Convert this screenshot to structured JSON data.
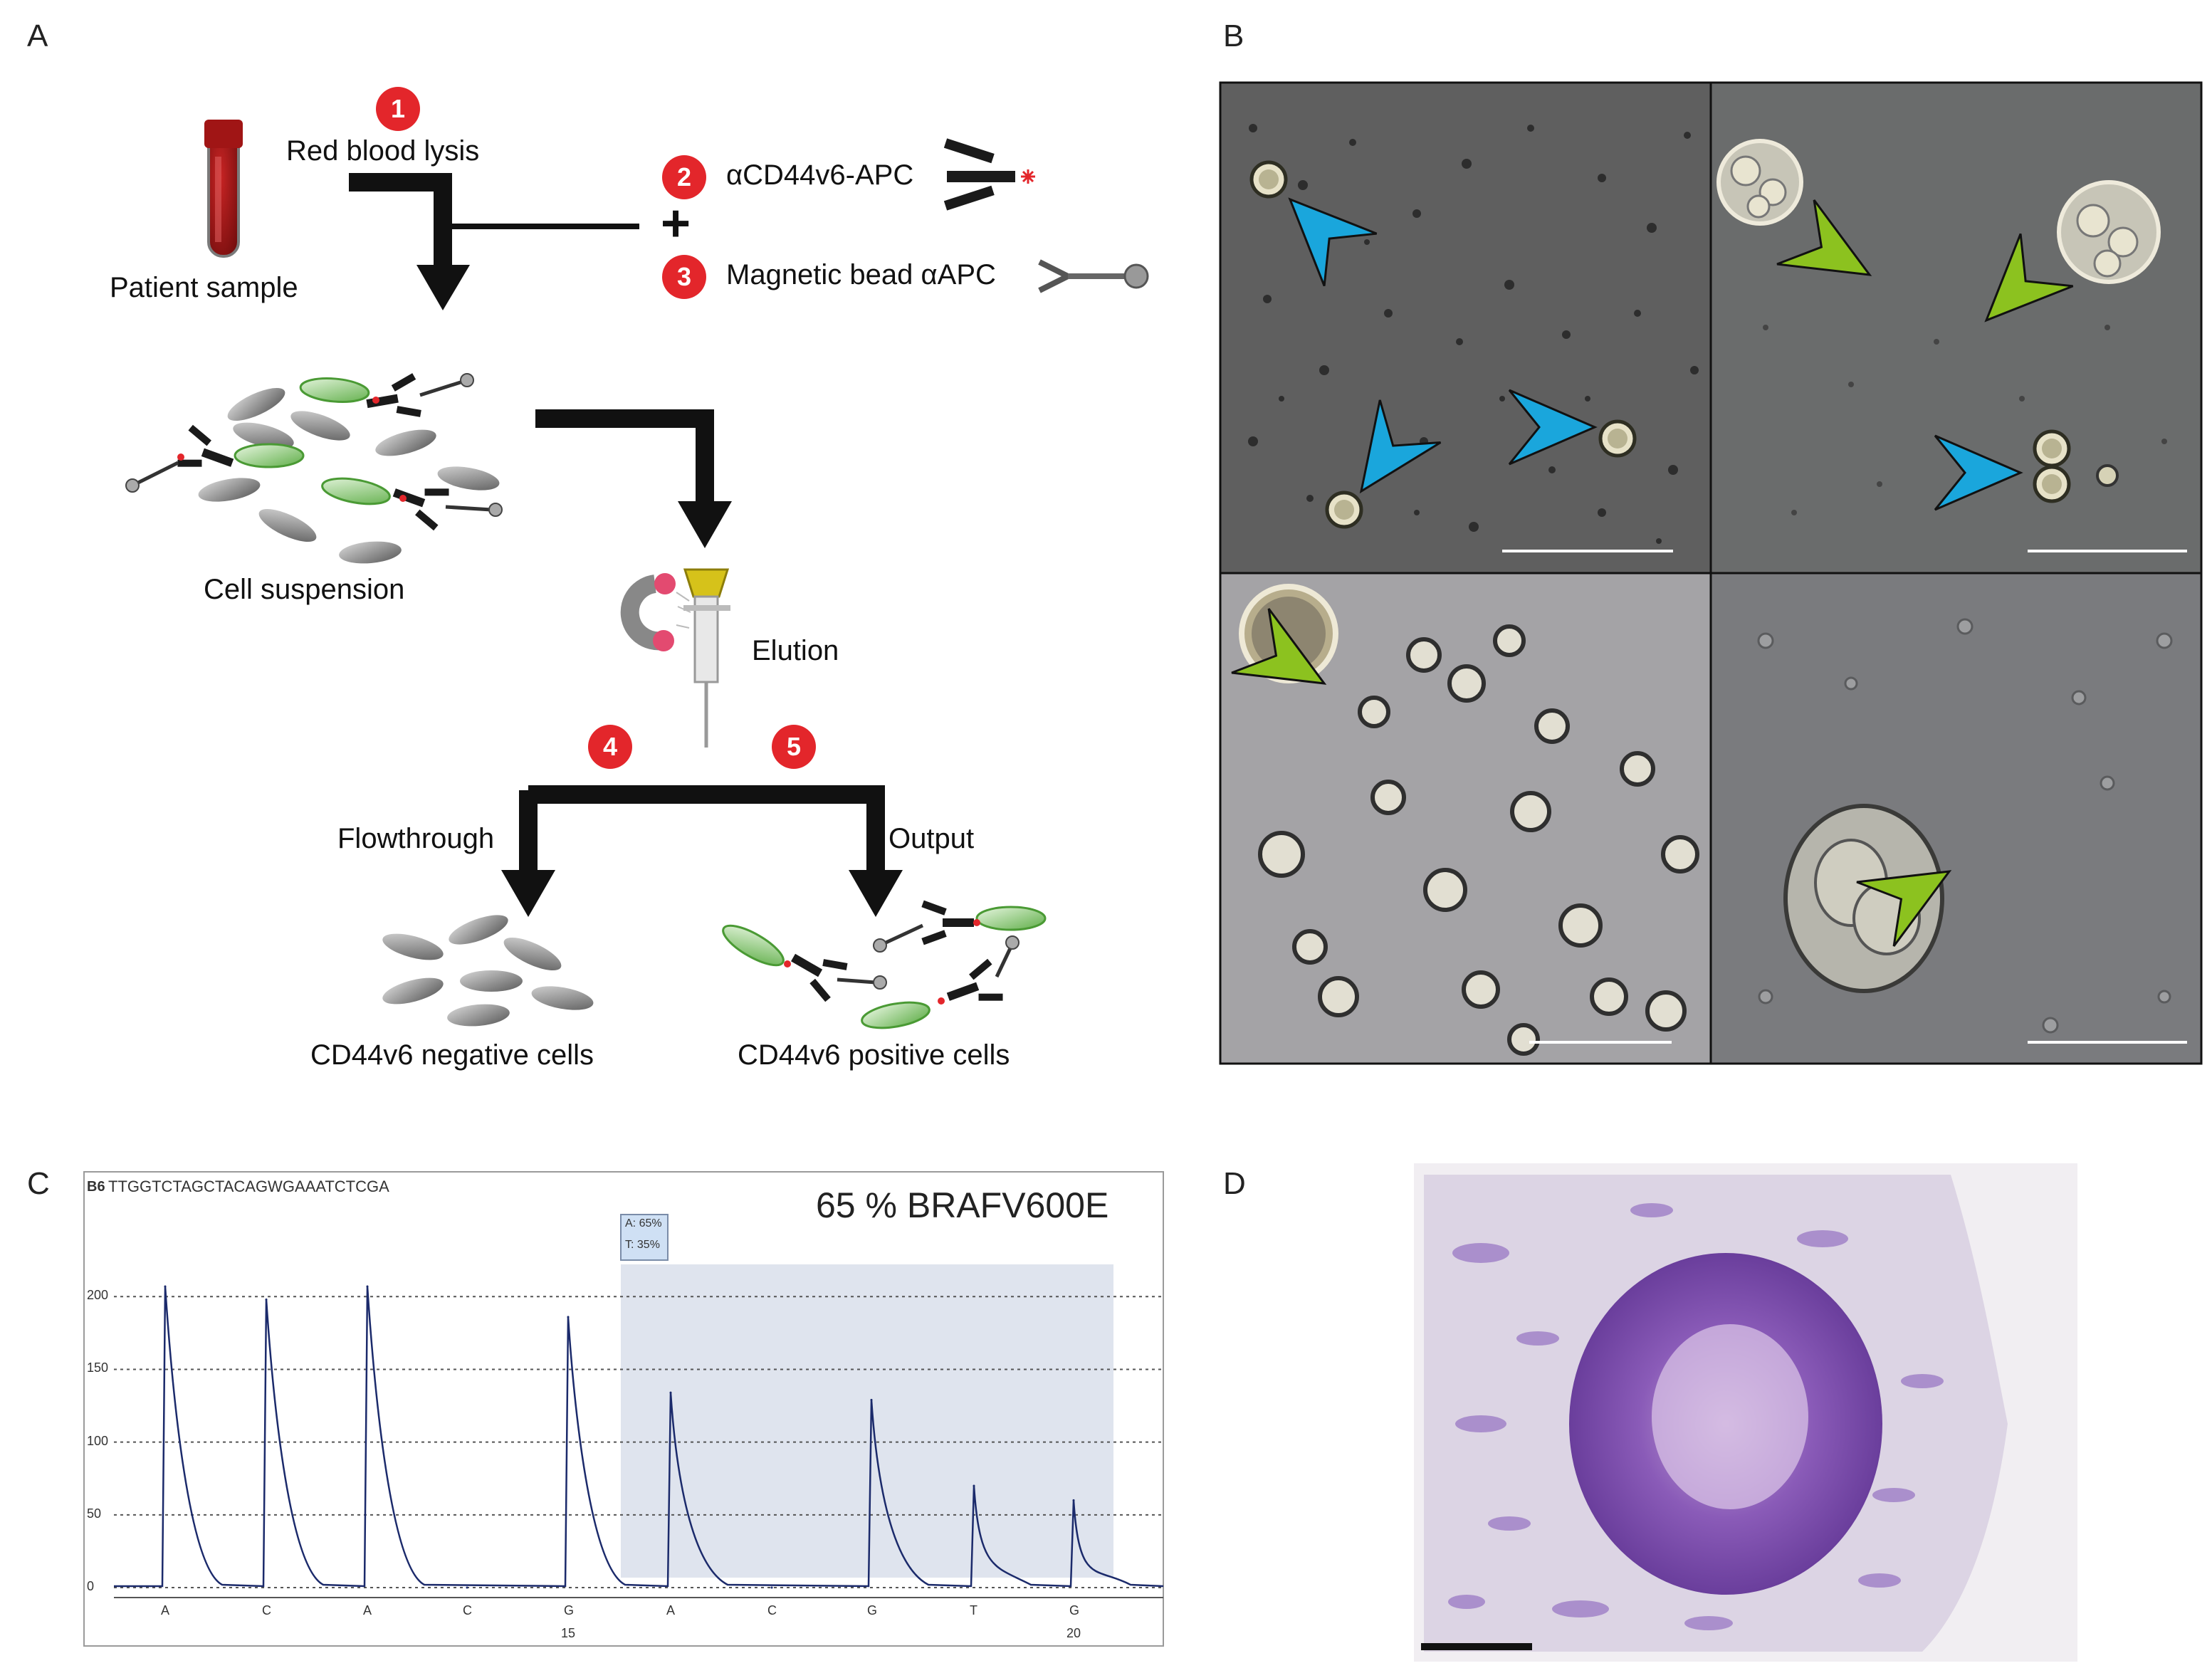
{
  "panels": {
    "a": "A",
    "b": "B",
    "c": "C",
    "d": "D"
  },
  "workflow": {
    "patient_sample": "Patient sample",
    "step1_label": "Red blood lysis",
    "step2_label": "αCD44v6-APC",
    "step3_label": "Magnetic bead αAPC",
    "cell_suspension": "Cell suspension",
    "elution": "Elution",
    "flowthrough": "Flowthrough",
    "output": "Output",
    "negative_cells": "CD44v6 negative cells",
    "positive_cells": "CD44v6 positive cells",
    "badges": [
      "1",
      "2",
      "3",
      "4",
      "5"
    ],
    "plus": "+"
  },
  "colors": {
    "badge_red": "#e3262b",
    "arrow_black": "#111111",
    "blue_arrowhead": "#1aa6dc",
    "green_arrowhead": "#8cc21f",
    "cell_green": "#7cc46a",
    "tissue_purple": "#7a4aa8"
  },
  "microscopy": {
    "quadrants": [
      {
        "blue_arrows": 3,
        "green_arrows": 0
      },
      {
        "blue_arrows": 1,
        "green_arrows": 2
      },
      {
        "blue_arrows": 0,
        "green_arrows": 1
      },
      {
        "blue_arrows": 0,
        "green_arrows": 1
      }
    ]
  },
  "pyrogram": {
    "sample_id": "B6",
    "sequence": "TTGGTCTAGCTACAGWGAAATCTCGA",
    "title": "65 % BRAFV600E",
    "box_line1": "A: 65%",
    "box_line2": "T: 35%",
    "y_ticks": [
      "0",
      "50",
      "100",
      "150",
      "200"
    ],
    "x_letters": [
      "A",
      "C",
      "A",
      "C",
      "G",
      "A",
      "C",
      "G",
      "T",
      "G"
    ],
    "x_numbers": [
      "15",
      "20"
    ]
  },
  "chart_data": {
    "type": "bar",
    "title": "65 % BRAFV600E",
    "categories": [
      "A",
      "C",
      "A",
      "C",
      "G",
      "A",
      "C",
      "G",
      "T",
      "G"
    ],
    "values": [
      207,
      198,
      207,
      0,
      186,
      134,
      0,
      129,
      70,
      60
    ],
    "ylim": [
      0,
      230
    ],
    "grid": true
  }
}
